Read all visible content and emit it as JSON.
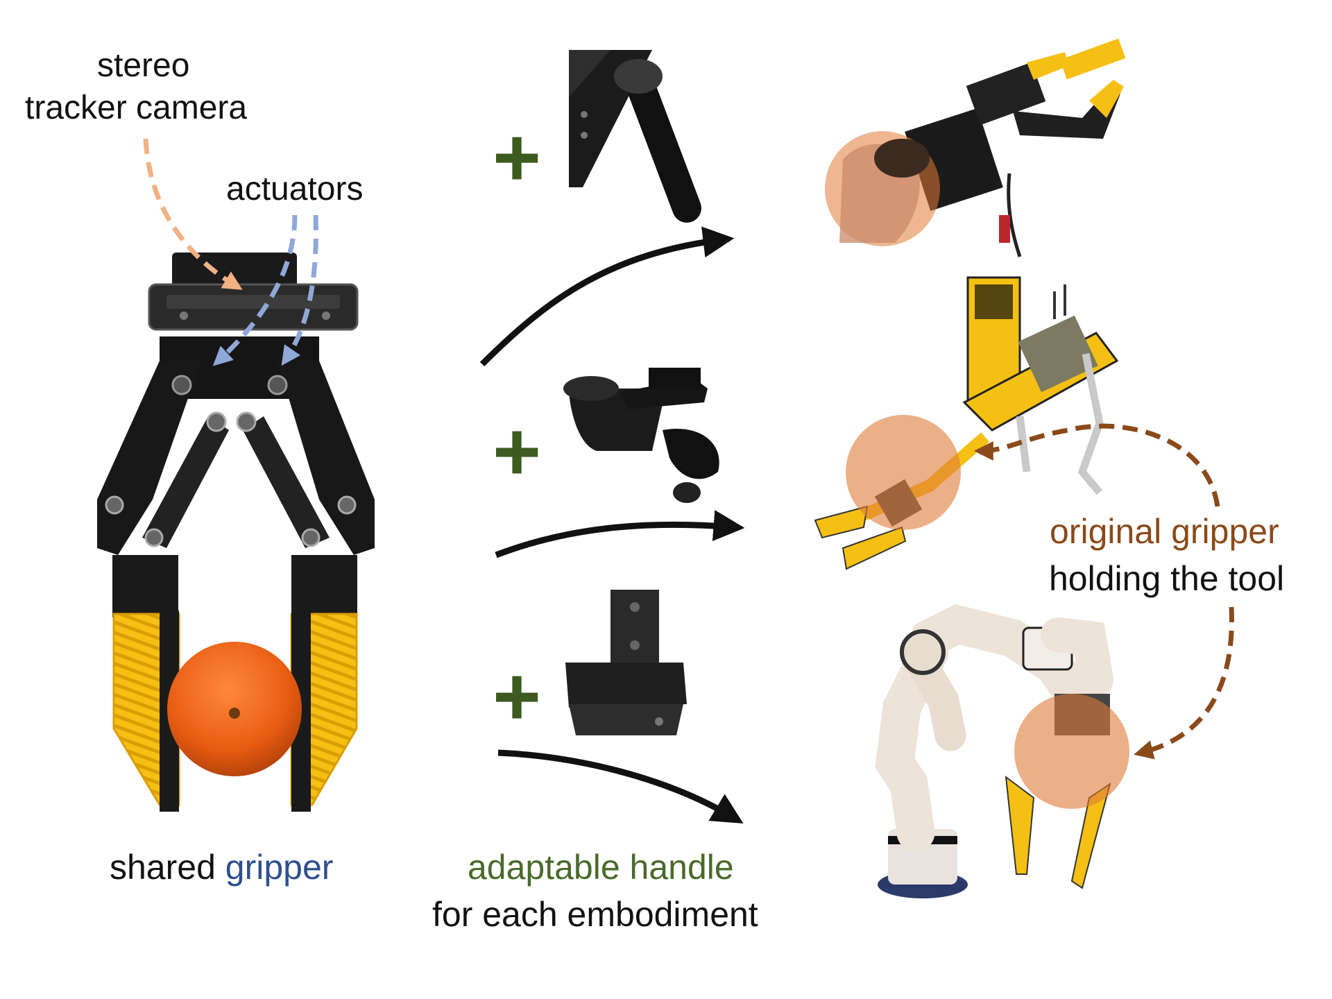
{
  "labels": {
    "stereo_line1": "stereo",
    "stereo_line2": "tracker camera",
    "actuators": "actuators",
    "shared_prefix": "shared",
    "shared_gripper": "gripper",
    "adaptable_line1": "adaptable handle",
    "adaptable_line2": "for each embodiment",
    "original_line1": "original gripper",
    "original_line2": "holding the tool",
    "plus": "+"
  },
  "colors": {
    "camera_arrow": "#f2b184",
    "actuator_arrow": "#8fa8d8",
    "brown": "#8a4a1a",
    "green": "#4a6a2a",
    "blue": "#2f4f8f",
    "yellow": "#f5c013",
    "orange_circle": "#e07b39",
    "black": "#111111"
  },
  "icons": {
    "shared_gripper": "gripper-with-orange-icon",
    "handle_top": "triangle-handle-icon",
    "handle_middle": "bracket-handle-icon",
    "handle_bottom": "flange-handle-icon",
    "robot_top": "arm-gripper-handheld-icon",
    "robot_middle": "quadruped-robot-icon",
    "robot_bottom": "robot-arm-icon"
  }
}
